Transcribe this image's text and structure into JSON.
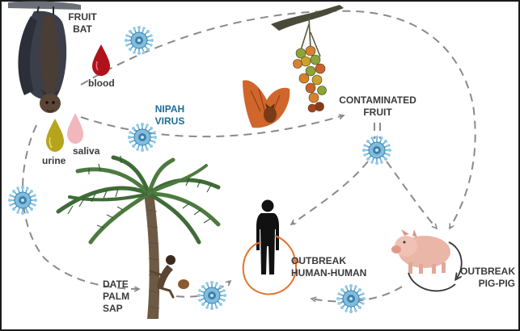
{
  "labels": {
    "fruit_bat": "FRUIT\nBAT",
    "blood": "blood",
    "nipah_virus": "NIPAH\nVIRUS",
    "urine": "urine",
    "saliva": "saliva",
    "contaminated_fruit": "CONTAMINATED\nFRUIT",
    "date_palm_sap": "DATE\nPALM\nSAP",
    "outbreak_human": "OUTBREAK\nHUMAN-HUMAN",
    "outbreak_pig": "OUTBREAK\nPIG-PIG"
  },
  "colors": {
    "frame": "#1a1a1a",
    "arrow": "#8a8a8a",
    "virus": "#7fbde0",
    "virus_core": "#3f7fa6",
    "human_cycle": "#e2732d",
    "pig_cycle": "#333333",
    "blood": "#b0121b",
    "urine": "#b6a41c",
    "saliva": "#f2b6bd",
    "bat_body": "#4a3d36",
    "bat_wing": "#3b3f4a",
    "flying_bat": "#d0662b",
    "palm_leaf": "#3f6b37",
    "palm_trunk": "#6d5a44",
    "pig": "#e9b6a8",
    "fruit_green": "#8aa53a",
    "fruit_orange": "#d7812e",
    "nipah_text": "#1d6d96"
  },
  "icons": [
    "hanging-fruit-bat-icon",
    "flying-fruit-bat-icon",
    "fruit-cluster-icon",
    "date-palm-icon",
    "tree-climber-icon",
    "human-silhouette-icon",
    "pig-icon",
    "virus-icon",
    "blood-drop-icon",
    "urine-drop-icon",
    "saliva-drop-icon"
  ]
}
